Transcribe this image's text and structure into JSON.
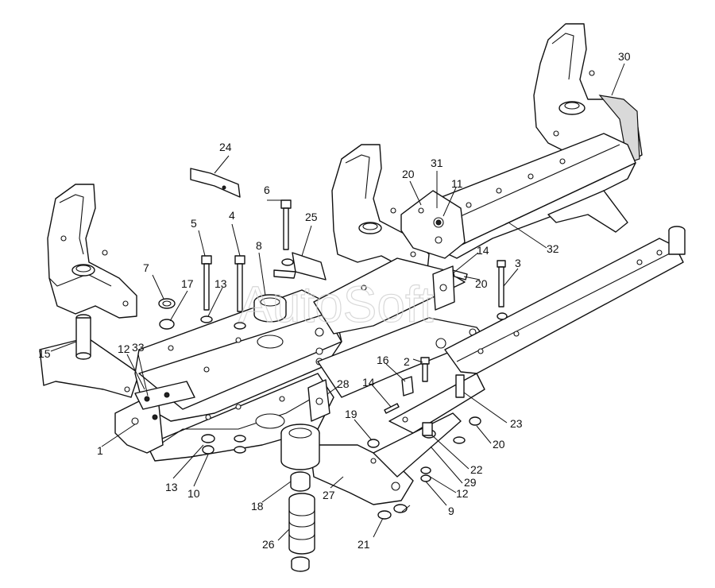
{
  "watermark": "AutoSoft",
  "callouts": [
    "1",
    "2",
    "3",
    "4",
    "5",
    "6",
    "7",
    "8",
    "9",
    "10",
    "11",
    "12",
    "12",
    "13",
    "13",
    "14",
    "14",
    "15",
    "16",
    "17",
    "18",
    "19",
    "20",
    "20",
    "20",
    "21",
    "22",
    "23",
    "24",
    "25",
    "26",
    "27",
    "28",
    "29",
    "30",
    "31",
    "32",
    "33"
  ]
}
